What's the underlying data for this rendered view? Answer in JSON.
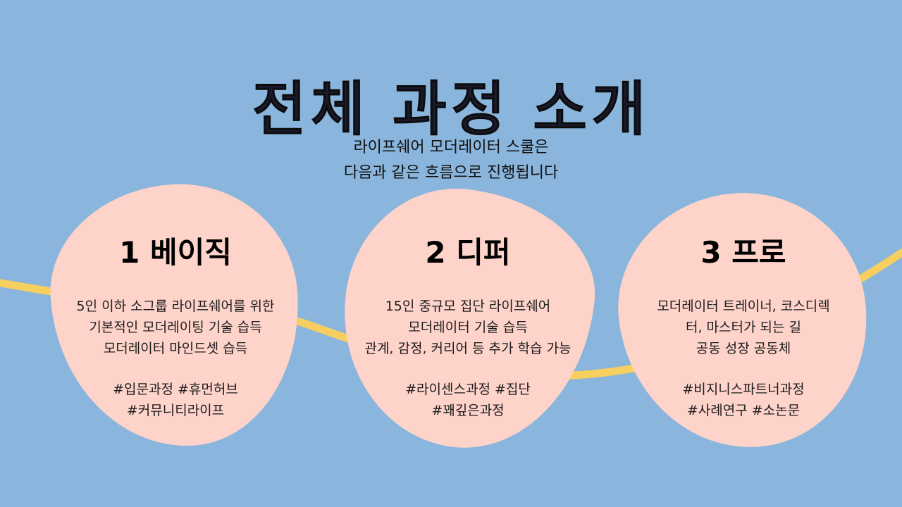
{
  "colors": {
    "background": "#8ab5dc",
    "blob": "#fdd3ca",
    "wave": "#f7cf5e"
  },
  "title": "전체 과정 소개",
  "subtitle": [
    "라이프쉐어 모더레이터 스쿨은",
    "다음과 같은 흐름으로 진행됩니다"
  ],
  "courses": [
    {
      "name": "1 베이직",
      "desc": [
        "5인 이하 소그룹 라이프쉐어를 위한",
        "기본적인 모더레이팅 기술 습득",
        "모더레이터 마인드셋 습득"
      ],
      "tags": [
        "#입문과정 #휴먼허브",
        "#커뮤니티라이프"
      ]
    },
    {
      "name": "2 디퍼",
      "desc": [
        "15인 중규모 집단 라이프쉐어",
        "모더레이터 기술 습득",
        "관계, 감정, 커리어 등 추가 학습 가능"
      ],
      "tags": [
        "#라이센스과정 #집단",
        "#꽤깊은과정"
      ]
    },
    {
      "name": "3 프로",
      "desc": [
        "모더레이터 트레이너, 코스디렉",
        "터, 마스터가 되는 길",
        "공동 성장 공동체"
      ],
      "tags": [
        "#비지니스파트너과정",
        "#사례연구 #소논문"
      ]
    }
  ]
}
